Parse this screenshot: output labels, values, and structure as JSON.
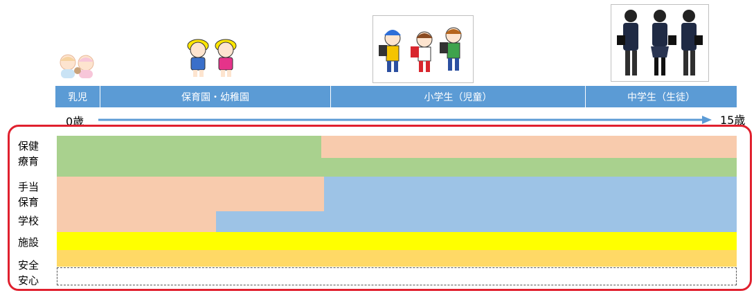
{
  "stages": [
    "乳児",
    "保育園・幼稚園",
    "小学生（児童）",
    "中学生（生徒）"
  ],
  "age": {
    "start": "0歳",
    "end": "15歳"
  },
  "categories": [
    {
      "id": "hoken",
      "lines": [
        "保健",
        "療育"
      ]
    },
    {
      "id": "teate",
      "lines": [
        "手当",
        "保育"
      ]
    },
    {
      "id": "gakko",
      "lines": [
        "学校"
      ]
    },
    {
      "id": "shisetsu",
      "lines": [
        "施設"
      ]
    },
    {
      "id": "anzen",
      "lines": [
        "安全",
        "安心"
      ]
    }
  ],
  "colors": {
    "header": "#5b9bd5",
    "green": "#a9d18e",
    "peach": "#f8cbad",
    "blue": "#9dc3e6",
    "yellow": "#ffff00",
    "gold": "#ffd966",
    "outline": "#e0202e",
    "arrow": "#5b9bd5"
  },
  "illustrations": [
    "babies-icon",
    "kindergarteners-icon",
    "schoolchildren-icon",
    "junior-high-students-icon"
  ]
}
